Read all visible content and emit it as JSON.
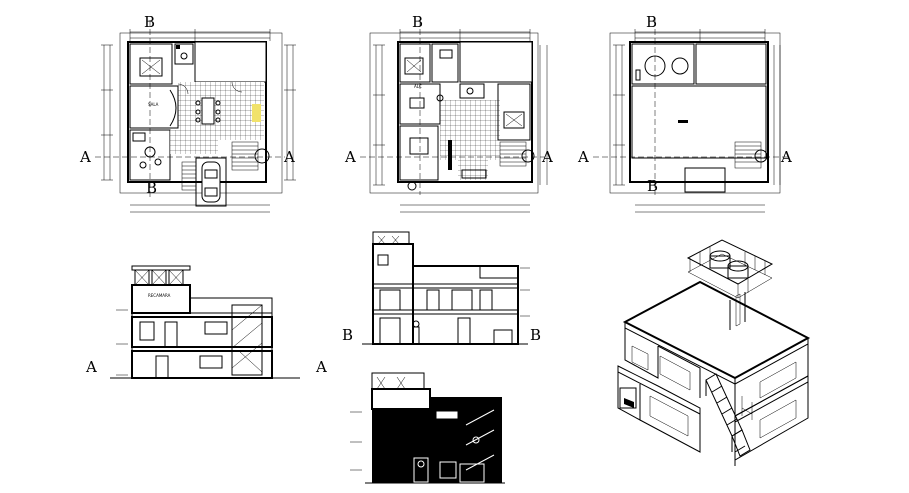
{
  "section_labels": {
    "floor1_top": "B",
    "floor1_left": "A",
    "floor1_right": "A",
    "floor1_bottom": "B",
    "floor2_top": "B",
    "floor2_left": "A",
    "floor2_right": "A",
    "floor3_top": "B",
    "floor3_left": "A",
    "floor3_right": "A",
    "floor3_bottom": "B",
    "elevA_left": "A",
    "elevA_right": "A",
    "elevB_left": "B",
    "elevB_right": "B"
  },
  "colors": {
    "ink": "#000000",
    "paper": "#ffffff",
    "highlight": "#f1e26b"
  }
}
